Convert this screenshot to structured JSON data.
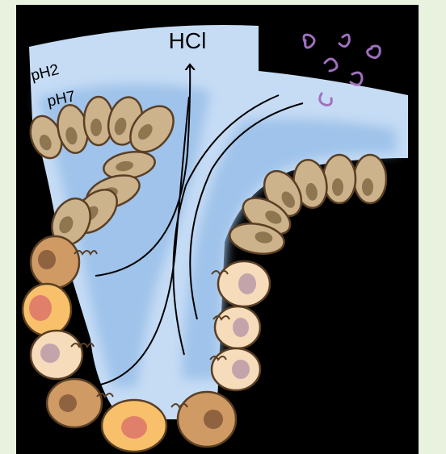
{
  "labels": {
    "acid": "HCl",
    "ph_top": "pH2",
    "ph_bottom": "pH7"
  },
  "colors": {
    "page_background": "#e8f2df",
    "figure_background": "#000000",
    "mucus_light": "#c6dcf5",
    "mucus_medium": "#9fc3ea",
    "surface_cell_fill": "#cdb38c",
    "surface_cell_nucleus": "#8e7651",
    "gland_cell_fill": "#f6dcbb",
    "gland_cell_nucleus": "#c4a4ab",
    "parietal_cell_fill": "#f8c06a",
    "parietal_cell_nucleus": "#e0806a",
    "chief_cell_fill": "#cf9a63",
    "chief_cell_nucleus": "#8f6240",
    "bacteria": "#a070c0",
    "outline": "#5a3f24",
    "flow_lines": "#000000"
  },
  "icons": {
    "microbes": "bacteria-squiggle-icon",
    "acid_flow": "arrow-up-icon"
  }
}
